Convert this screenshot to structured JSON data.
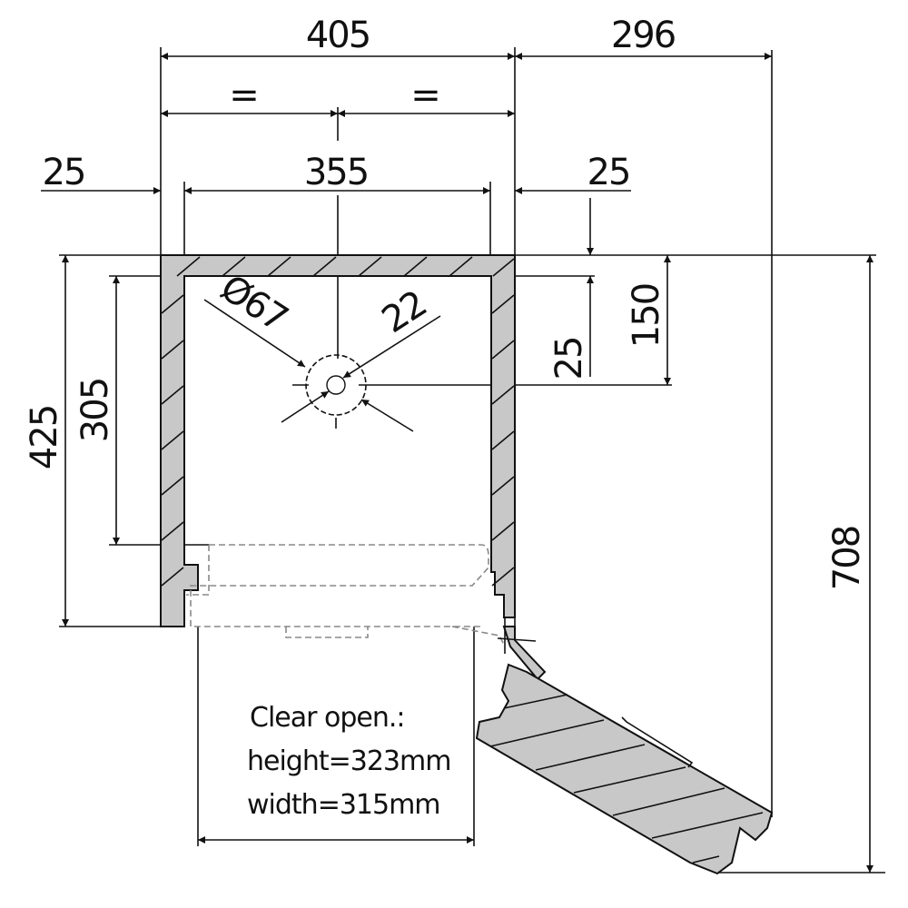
{
  "dimensions": {
    "overall_width": "405",
    "door_swing": "296",
    "equal_left": "=",
    "equal_right": "=",
    "left_offset": "25",
    "inner_width": "355",
    "right_offset": "25",
    "hole_diameter": "Ø67",
    "bolt_diameter": "22",
    "top_wall": "25",
    "hole_from_top": "150",
    "outer_height": "425",
    "inner_height": "305",
    "total_depth": "708"
  },
  "note": {
    "line1": "Clear open.:",
    "line2": "height=323mm",
    "line3": "width=315mm"
  },
  "colors": {
    "wall_fill": "#c8c8c8",
    "line": "#111111"
  }
}
